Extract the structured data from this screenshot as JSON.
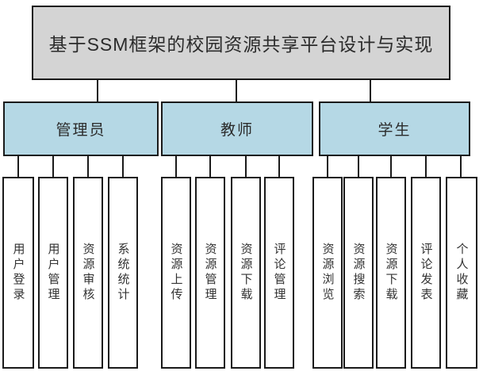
{
  "diagram": {
    "title": "基于SSM框架的校园资源共享平台设计与实现",
    "groups": [
      {
        "label": "管理员",
        "children": [
          "用户登录",
          "用户管理",
          "资源审核",
          "系统统计"
        ]
      },
      {
        "label": "教师",
        "children": [
          "资源上传",
          "资源管理",
          "资源下载",
          "评论管理"
        ]
      },
      {
        "label": "学生",
        "children": [
          "资源浏览",
          "资源搜索",
          "资源下载",
          "评论发表",
          "个人收藏"
        ]
      }
    ],
    "colors": {
      "title_fill": "#d4d4d4",
      "group_fill": "#b5d8e5",
      "border": "#1a1a1a"
    }
  }
}
